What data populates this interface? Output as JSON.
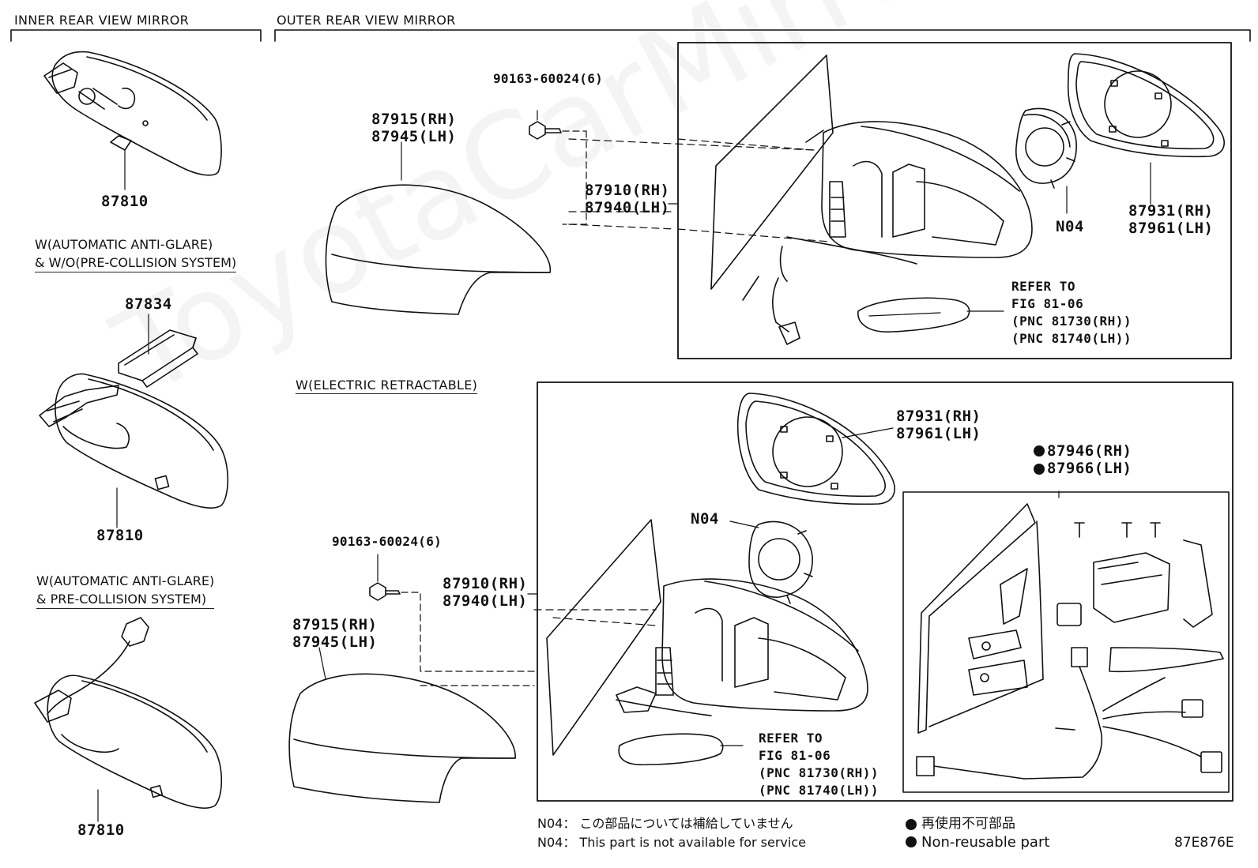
{
  "sections": {
    "inner": "INNER REAR VIEW MIRROR",
    "outer": "OUTER REAR VIEW MIRROR",
    "electric": "W(ELECTRIC RETRACTABLE)"
  },
  "conditions": {
    "antiglare_wo": [
      "W(AUTOMATIC ANTI-GLARE)",
      "& W/O(PRE-COLLISION SYSTEM)"
    ],
    "antiglare_w": [
      "W(AUTOMATIC ANTI-GLARE)",
      "& PRE-COLLISION SYSTEM)"
    ]
  },
  "parts": {
    "inner_mirror_1": "87810",
    "cover_87834": "87834",
    "inner_mirror_2": "87810",
    "inner_mirror_3": "87810",
    "screw_top": "90163-60024(6)",
    "cover_top_rh": "87915(RH)",
    "cover_top_lh": "87945(LH)",
    "assy_top_rh": "87910(RH)",
    "assy_top_lh": "87940(LH)",
    "glass_top_rh": "87931(RH)",
    "glass_top_lh": "87961(LH)",
    "n04_top": "N04",
    "screw_bot": "90163-60024(6)",
    "cover_bot_rh": "87915(RH)",
    "cover_bot_lh": "87945(LH)",
    "assy_bot_rh": "87910(RH)",
    "assy_bot_lh": "87940(LH)",
    "glass_bot_rh": "87931(RH)",
    "glass_bot_lh": "87961(LH)",
    "n04_bot": "N04",
    "retract_rh": "87946(RH)",
    "retract_lh": "87966(LH)"
  },
  "refer_top": [
    "REFER TO",
    "FIG 81-06",
    "(PNC 81730(RH))",
    "(PNC 81740(LH))"
  ],
  "refer_bot": [
    "REFER TO",
    "FIG 81-06",
    "(PNC 81730(RH))",
    "(PNC 81740(LH))"
  ],
  "notes": {
    "n04_jp": "N04： この部品については補給していません",
    "n04_en": "N04： This part is not available for service",
    "dot_jp": "再使用不可部品",
    "dot_en": "Non-reusable part",
    "figure_code": "87E876E"
  },
  "watermark": "ToyotaCarMirror"
}
